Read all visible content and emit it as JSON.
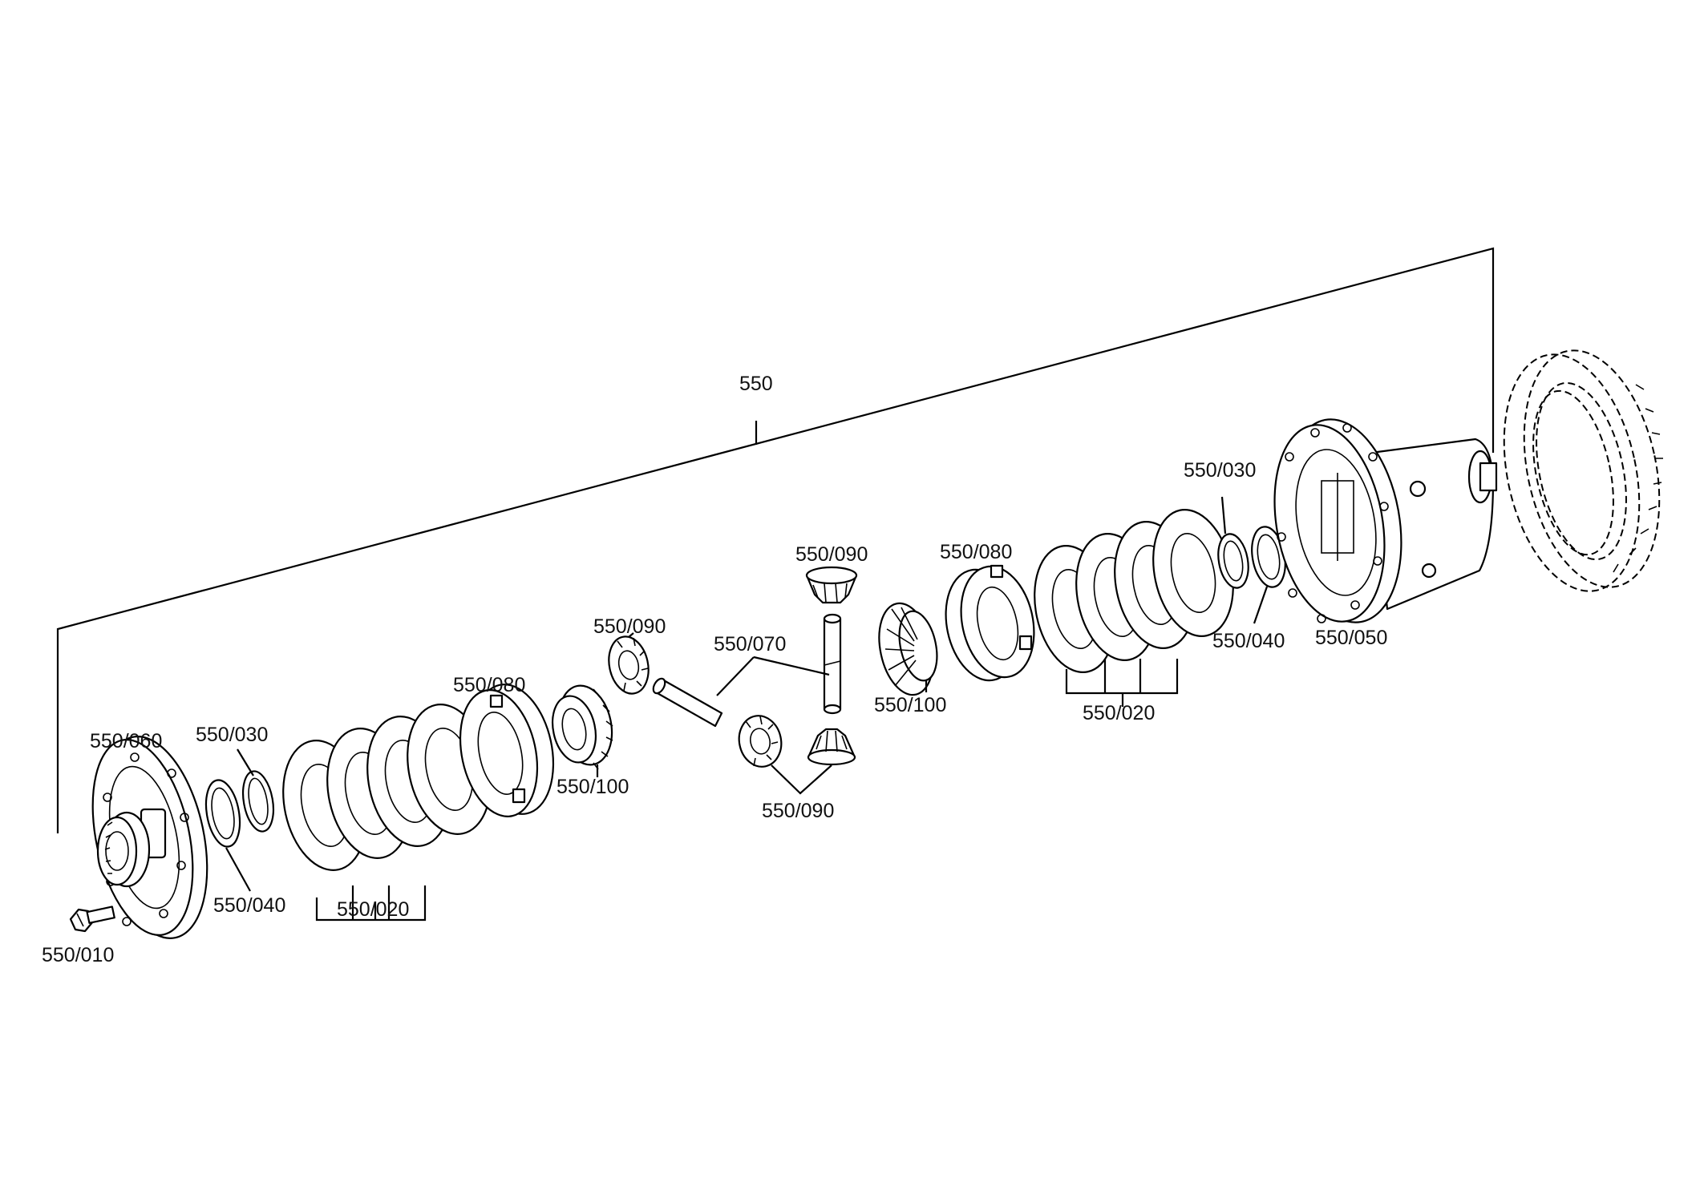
{
  "labels": {
    "assembly": "550",
    "bolt": "550/010",
    "plates_left": "550/020",
    "plates_right": "550/020",
    "shim_left_030": "550/030",
    "shim_right_030": "550/030",
    "shim_left_040": "550/040",
    "shim_right_040": "550/040",
    "housing": "550/050",
    "cover": "550/060",
    "cross_shaft": "550/070",
    "pressure_ring_left": "550/080",
    "pressure_ring_right": "550/080",
    "pinion_upper_left": "550/090",
    "pinion_top": "550/090",
    "pinion_bottom": "550/090",
    "side_gear_left": "550/100",
    "side_gear_right": "550/100"
  }
}
